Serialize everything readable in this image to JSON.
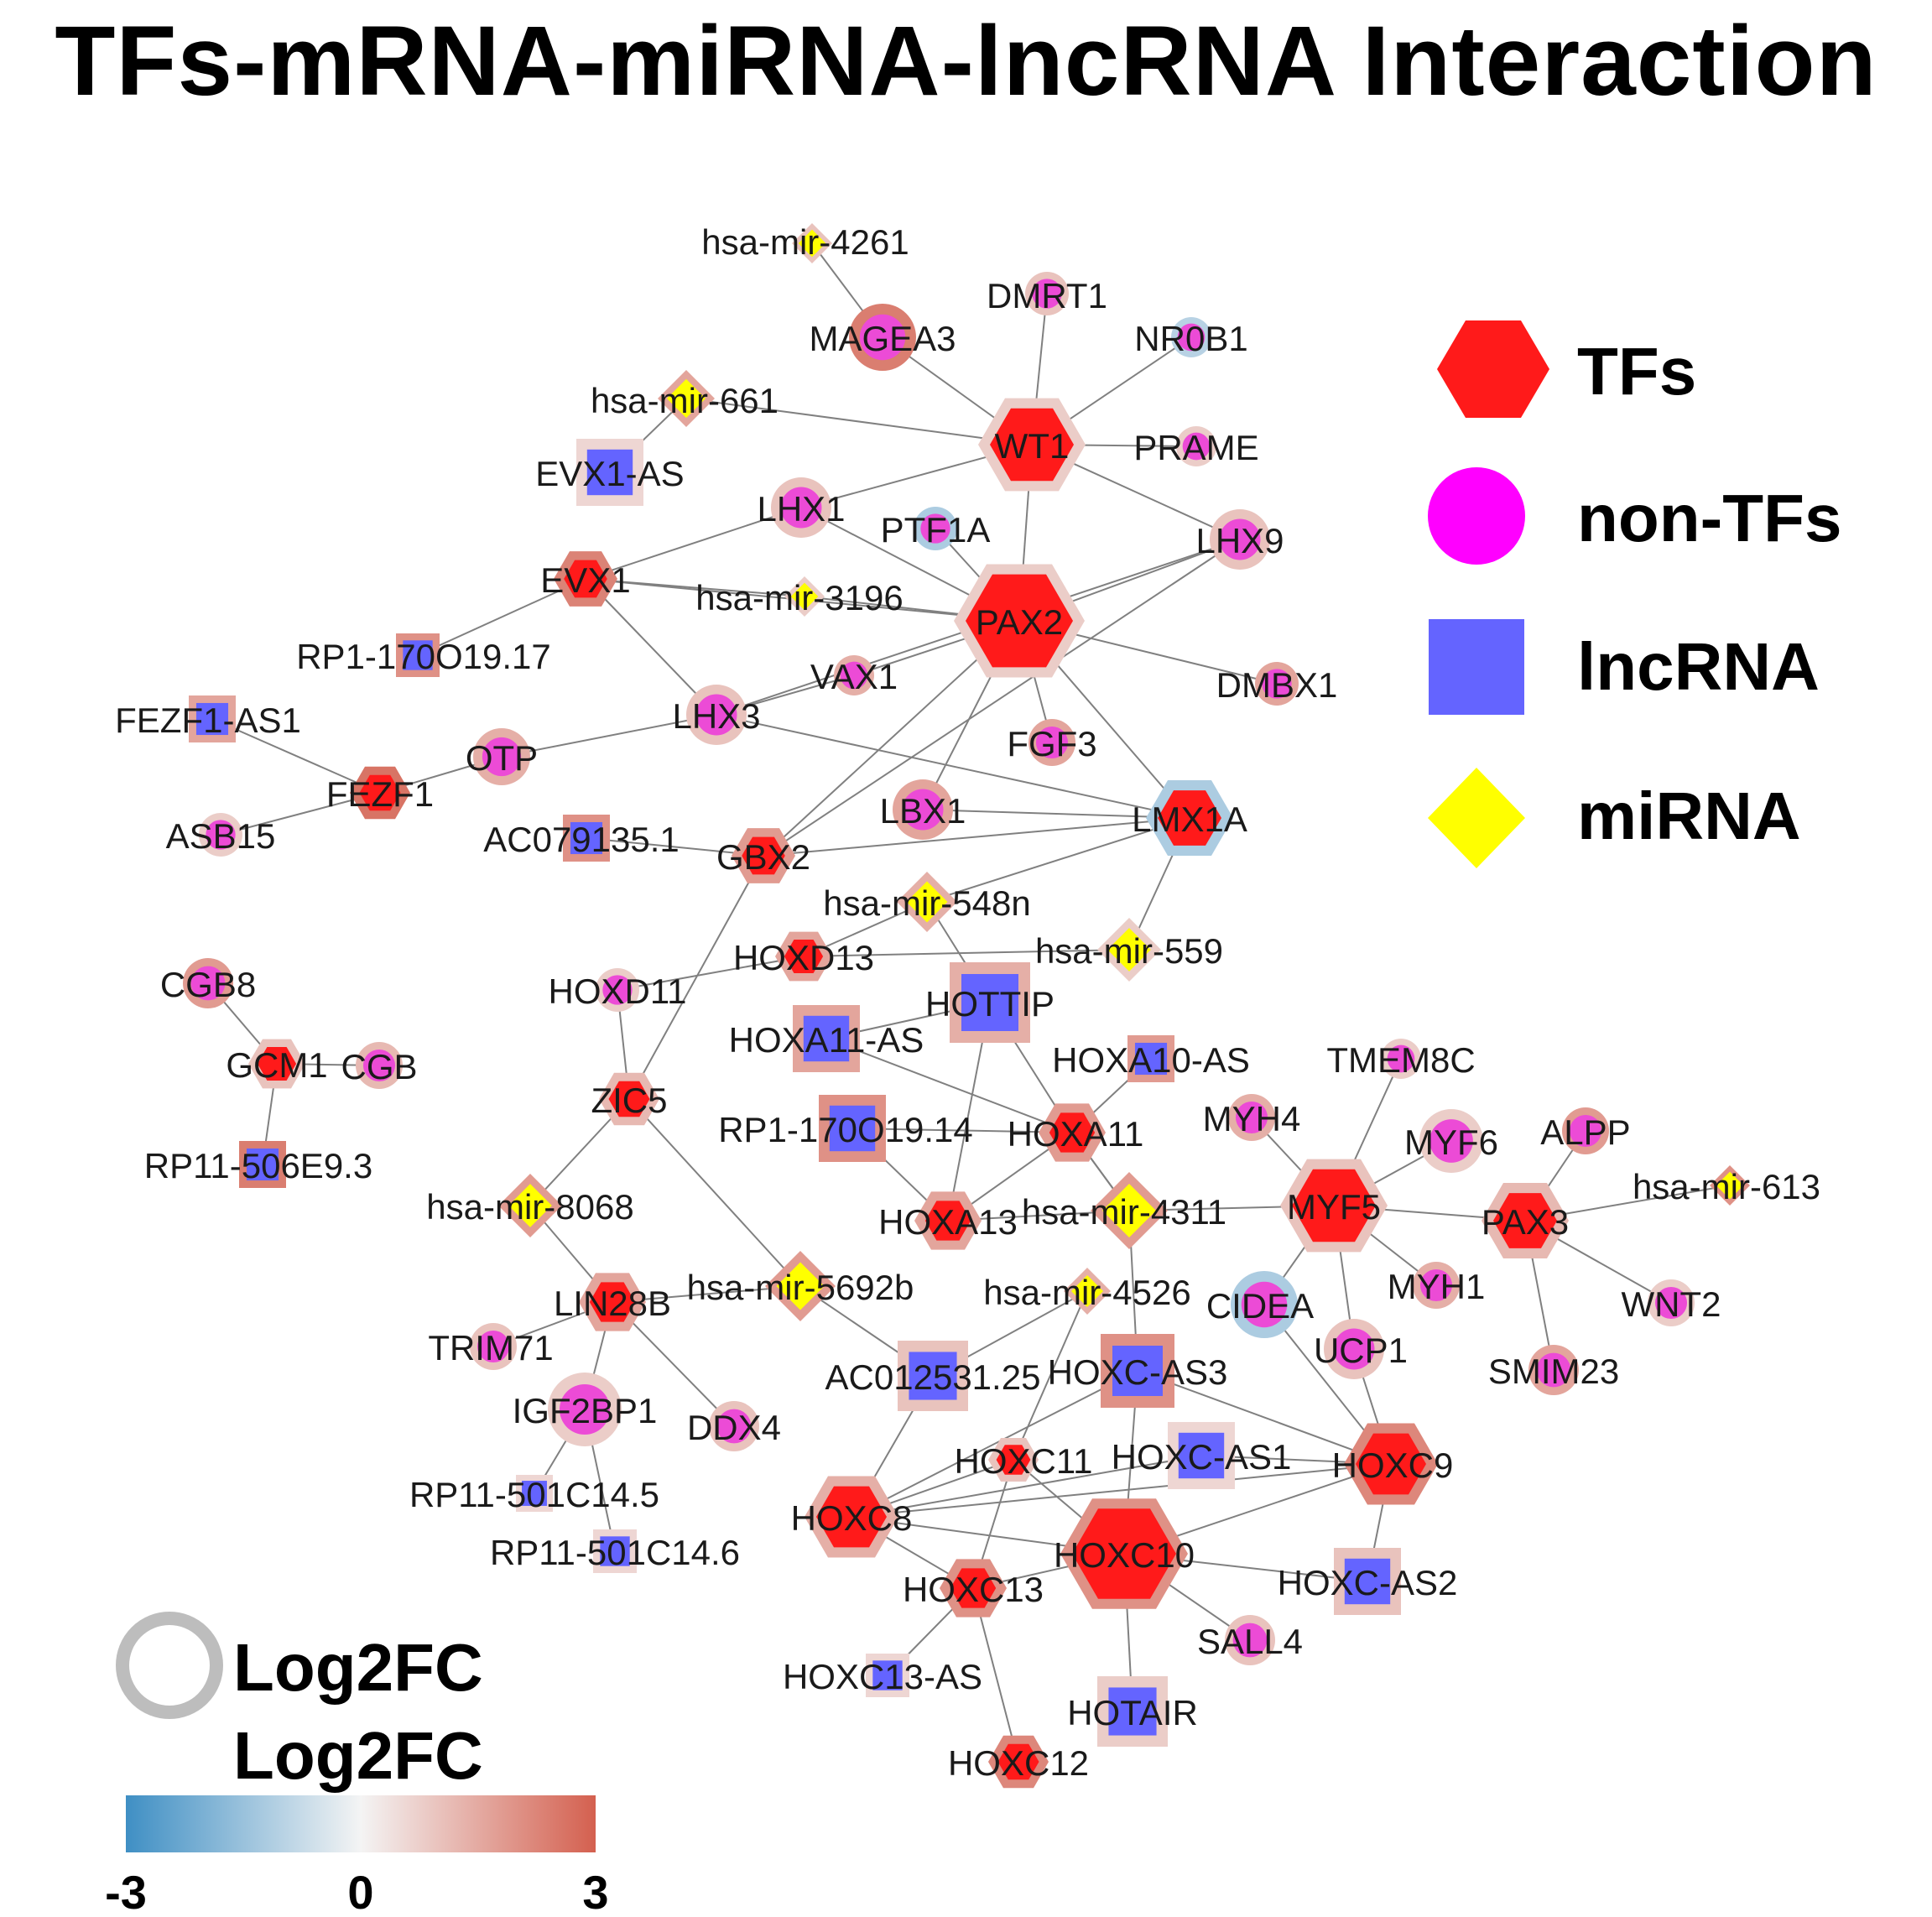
{
  "title": "TFs-mRNA-miRNA-lncRNA Interaction",
  "legend": {
    "types": [
      {
        "key": "tf",
        "label": "TFs",
        "shape": "hexagon",
        "color": "#ff1a1a"
      },
      {
        "key": "nontf",
        "label": "non-TFs",
        "shape": "circle",
        "color": "#ff00ff"
      },
      {
        "key": "lnc",
        "label": "lncRNA",
        "shape": "square",
        "color": "#6464ff"
      },
      {
        "key": "mir",
        "label": "miRNA",
        "shape": "diamond",
        "color": "#ffff00"
      }
    ],
    "border_label": "Log2FC",
    "fill_label": "Log2FC",
    "scale": {
      "min": "-3",
      "mid": "0",
      "max": "3",
      "low_color": "#3f8fc4",
      "mid_color": "#f4f4f4",
      "high_color": "#d4604f"
    }
  },
  "colors": {
    "tf": "#ff1a1a",
    "nontf": "#ec4bd6",
    "lnc": "#6464ff",
    "mir": "#ffff00",
    "edge": "#808080"
  },
  "nodes": [
    {
      "id": "WT1",
      "type": "tf",
      "fc": 0.8
    },
    {
      "id": "PAX2",
      "type": "tf",
      "fc": 0.8
    },
    {
      "id": "LMX1A",
      "type": "tf",
      "fc": -1.2
    },
    {
      "id": "EVX1",
      "type": "tf",
      "fc": 2.3
    },
    {
      "id": "FEZF1",
      "type": "tf",
      "fc": 2.6
    },
    {
      "id": "GBX2",
      "type": "tf",
      "fc": 1.8
    },
    {
      "id": "HOXD13",
      "type": "tf",
      "fc": 1.6
    },
    {
      "id": "ZIC5",
      "type": "tf",
      "fc": 1.2
    },
    {
      "id": "GCM1",
      "type": "tf",
      "fc": 1.0
    },
    {
      "id": "LIN28B",
      "type": "tf",
      "fc": 1.6
    },
    {
      "id": "HOXA11",
      "type": "tf",
      "fc": 1.8
    },
    {
      "id": "HOXA13",
      "type": "tf",
      "fc": 1.6
    },
    {
      "id": "MYF5",
      "type": "tf",
      "fc": 1.0
    },
    {
      "id": "PAX3",
      "type": "tf",
      "fc": 1.2
    },
    {
      "id": "HOXC9",
      "type": "tf",
      "fc": 2.2
    },
    {
      "id": "HOXC8",
      "type": "tf",
      "fc": 1.4
    },
    {
      "id": "HOXC10",
      "type": "tf",
      "fc": 2.0
    },
    {
      "id": "HOXC11",
      "type": "tf",
      "fc": 1.0
    },
    {
      "id": "HOXC13",
      "type": "tf",
      "fc": 2.0
    },
    {
      "id": "HOXC12",
      "type": "tf",
      "fc": 2.2
    },
    {
      "id": "MAGEA3",
      "type": "nontf",
      "fc": 2.4
    },
    {
      "id": "DMRT1",
      "type": "nontf",
      "fc": 1.0
    },
    {
      "id": "NR0B1",
      "type": "nontf",
      "fc": -1.0
    },
    {
      "id": "PRAME",
      "type": "nontf",
      "fc": 0.8
    },
    {
      "id": "LHX1",
      "type": "nontf",
      "fc": 1.0
    },
    {
      "id": "PTF1A",
      "type": "nontf",
      "fc": -1.2
    },
    {
      "id": "LHX9",
      "type": "nontf",
      "fc": 1.0
    },
    {
      "id": "VAX1",
      "type": "nontf",
      "fc": 1.4
    },
    {
      "id": "DMBX1",
      "type": "nontf",
      "fc": 1.6
    },
    {
      "id": "LHX3",
      "type": "nontf",
      "fc": 1.0
    },
    {
      "id": "FGF3",
      "type": "nontf",
      "fc": 1.6
    },
    {
      "id": "OTP",
      "type": "nontf",
      "fc": 1.4
    },
    {
      "id": "LBX1",
      "type": "nontf",
      "fc": 1.6
    },
    {
      "id": "ASB15",
      "type": "nontf",
      "fc": 0.8
    },
    {
      "id": "HOXD11",
      "type": "nontf",
      "fc": 0.8
    },
    {
      "id": "CGB8",
      "type": "nontf",
      "fc": 1.8
    },
    {
      "id": "CGB",
      "type": "nontf",
      "fc": 1.2
    },
    {
      "id": "TMEM8C",
      "type": "nontf",
      "fc": 0.8
    },
    {
      "id": "MYH4",
      "type": "nontf",
      "fc": 1.4
    },
    {
      "id": "MYF6",
      "type": "nontf",
      "fc": 0.8
    },
    {
      "id": "ALPP",
      "type": "nontf",
      "fc": 1.8
    },
    {
      "id": "MYH1",
      "type": "nontf",
      "fc": 1.4
    },
    {
      "id": "WNT2",
      "type": "nontf",
      "fc": 0.8
    },
    {
      "id": "CIDEA",
      "type": "nontf",
      "fc": -1.2
    },
    {
      "id": "UCP1",
      "type": "nontf",
      "fc": 1.0
    },
    {
      "id": "SMIM23",
      "type": "nontf",
      "fc": 1.6
    },
    {
      "id": "TRIM71",
      "type": "nontf",
      "fc": 1.0
    },
    {
      "id": "IGF2BP1",
      "type": "nontf",
      "fc": 0.8
    },
    {
      "id": "DDX4",
      "type": "nontf",
      "fc": 1.0
    },
    {
      "id": "SALL4",
      "type": "nontf",
      "fc": 1.0
    },
    {
      "id": "EVX1-AS",
      "type": "lnc",
      "fc": 0.6
    },
    {
      "id": "RP1-170O19.17",
      "type": "lnc",
      "fc": 2.0
    },
    {
      "id": "FEZF1-AS1",
      "type": "lnc",
      "fc": 1.6
    },
    {
      "id": "AC079135.1",
      "type": "lnc",
      "fc": 2.0
    },
    {
      "id": "HOTTIP",
      "type": "lnc",
      "fc": 1.4
    },
    {
      "id": "HOXA11-AS",
      "type": "lnc",
      "fc": 1.6
    },
    {
      "id": "HOXA10-AS",
      "type": "lnc",
      "fc": 1.8
    },
    {
      "id": "RP1-170O19.14",
      "type": "lnc",
      "fc": 2.0
    },
    {
      "id": "RP11-506E9.3",
      "type": "lnc",
      "fc": 2.4
    },
    {
      "id": "AC012531.25",
      "type": "lnc",
      "fc": 1.0
    },
    {
      "id": "HOXC-AS3",
      "type": "lnc",
      "fc": 2.0
    },
    {
      "id": "HOXC-AS1",
      "type": "lnc",
      "fc": 0.6
    },
    {
      "id": "RP11-501C14.5",
      "type": "lnc",
      "fc": 0.6
    },
    {
      "id": "RP11-501C14.6",
      "type": "lnc",
      "fc": 0.6
    },
    {
      "id": "HOXC-AS2",
      "type": "lnc",
      "fc": 1.0
    },
    {
      "id": "HOXC13-AS",
      "type": "lnc",
      "fc": 0.6
    },
    {
      "id": "HOTAIR",
      "type": "lnc",
      "fc": 0.8
    },
    {
      "id": "hsa-mir-4261",
      "type": "mir",
      "fc": 1.0
    },
    {
      "id": "hsa-mir-661",
      "type": "mir",
      "fc": 1.6
    },
    {
      "id": "hsa-mir-3196",
      "type": "mir",
      "fc": 0.8
    },
    {
      "id": "hsa-mir-548n",
      "type": "mir",
      "fc": 1.4
    },
    {
      "id": "hsa-mir-559",
      "type": "mir",
      "fc": 0.8
    },
    {
      "id": "hsa-mir-8068",
      "type": "mir",
      "fc": 1.8
    },
    {
      "id": "hsa-mir-4311",
      "type": "mir",
      "fc": 1.8
    },
    {
      "id": "hsa-mir-613",
      "type": "mir",
      "fc": 2.0
    },
    {
      "id": "hsa-mir-5692b",
      "type": "mir",
      "fc": 1.8
    },
    {
      "id": "hsa-mir-4526",
      "type": "mir",
      "fc": 1.4
    }
  ],
  "edges": [
    [
      "hsa-mir-4261",
      "MAGEA3"
    ],
    [
      "MAGEA3",
      "WT1"
    ],
    [
      "DMRT1",
      "WT1"
    ],
    [
      "NR0B1",
      "WT1"
    ],
    [
      "PRAME",
      "WT1"
    ],
    [
      "hsa-mir-661",
      "WT1"
    ],
    [
      "hsa-mir-661",
      "EVX1-AS"
    ],
    [
      "WT1",
      "LHX1"
    ],
    [
      "WT1",
      "LHX9"
    ],
    [
      "WT1",
      "PAX2"
    ],
    [
      "PTF1A",
      "PAX2"
    ],
    [
      "LHX1",
      "PAX2"
    ],
    [
      "LHX1",
      "EVX1"
    ],
    [
      "EVX1",
      "hsa-mir-3196"
    ],
    [
      "hsa-mir-3196",
      "PAX2"
    ],
    [
      "EVX1",
      "PAX2"
    ],
    [
      "EVX1",
      "RP1-170O19.17"
    ],
    [
      "EVX1",
      "LHX3"
    ],
    [
      "LHX9",
      "PAX2"
    ],
    [
      "LHX9",
      "LHX3"
    ],
    [
      "PAX2",
      "DMBX1"
    ],
    [
      "PAX2",
      "VAX1"
    ],
    [
      "PAX2",
      "FGF3"
    ],
    [
      "PAX2",
      "LMX1A"
    ],
    [
      "PAX2",
      "LBX1"
    ],
    [
      "PAX2",
      "GBX2"
    ],
    [
      "LHX3",
      "VAX1"
    ],
    [
      "LHX3",
      "OTP"
    ],
    [
      "LHX3",
      "LMX1A"
    ],
    [
      "OTP",
      "FEZF1"
    ],
    [
      "FEZF1",
      "FEZF1-AS1"
    ],
    [
      "FEZF1",
      "ASB15"
    ],
    [
      "LBX1",
      "LMX1A"
    ],
    [
      "GBX2",
      "LMX1A"
    ],
    [
      "GBX2",
      "AC079135.1"
    ],
    [
      "GBX2",
      "ZIC5"
    ],
    [
      "GBX2",
      "LHX9"
    ],
    [
      "LMX1A",
      "hsa-mir-559"
    ],
    [
      "hsa-mir-548n",
      "HOXD13"
    ],
    [
      "hsa-mir-548n",
      "HOTTIP"
    ],
    [
      "HOXD13",
      "hsa-mir-559"
    ],
    [
      "HOXD13",
      "HOXD11"
    ],
    [
      "HOTTIP",
      "HOXA13"
    ],
    [
      "HOTTIP",
      "HOXA11"
    ],
    [
      "HOXA11-AS",
      "HOXA11"
    ],
    [
      "HOXA10-AS",
      "HOXA11"
    ],
    [
      "RP1-170O19.14",
      "HOXA13"
    ],
    [
      "HOXA11",
      "HOXA13"
    ],
    [
      "HOXA11",
      "hsa-mir-4311"
    ],
    [
      "HOXA13",
      "hsa-mir-4311"
    ],
    [
      "hsa-mir-4311",
      "MYF5"
    ],
    [
      "hsa-mir-4311",
      "HOXC-AS3"
    ],
    [
      "ZIC5",
      "hsa-mir-8068"
    ],
    [
      "ZIC5",
      "hsa-mir-5692b"
    ],
    [
      "hsa-mir-8068",
      "LIN28B"
    ],
    [
      "LIN28B",
      "hsa-mir-5692b"
    ],
    [
      "LIN28B",
      "TRIM71"
    ],
    [
      "LIN28B",
      "IGF2BP1"
    ],
    [
      "LIN28B",
      "DDX4"
    ],
    [
      "IGF2BP1",
      "RP11-501C14.5"
    ],
    [
      "IGF2BP1",
      "RP11-501C14.6"
    ],
    [
      "hsa-mir-5692b",
      "AC012531.25"
    ],
    [
      "CGB8",
      "GCM1"
    ],
    [
      "GCM1",
      "CGB"
    ],
    [
      "GCM1",
      "RP11-506E9.3"
    ],
    [
      "MYF5",
      "TMEM8C"
    ],
    [
      "MYF5",
      "MYH4"
    ],
    [
      "MYF5",
      "MYF6"
    ],
    [
      "MYF5",
      "PAX3"
    ],
    [
      "MYF5",
      "MYH1"
    ],
    [
      "MYF5",
      "UCP1"
    ],
    [
      "MYF5",
      "CIDEA"
    ],
    [
      "PAX3",
      "ALPP"
    ],
    [
      "PAX3",
      "hsa-mir-613"
    ],
    [
      "PAX3",
      "WNT2"
    ],
    [
      "PAX3",
      "SMIM23"
    ],
    [
      "CIDEA",
      "HOXC9"
    ],
    [
      "UCP1",
      "HOXC9"
    ],
    [
      "hsa-mir-4526",
      "AC012531.25"
    ],
    [
      "hsa-mir-4526",
      "HOXC11"
    ],
    [
      "AC012531.25",
      "HOXC8"
    ],
    [
      "HOXC-AS3",
      "HOXC8"
    ],
    [
      "HOXC-AS3",
      "HOXC10"
    ],
    [
      "HOXC-AS3",
      "HOXC9"
    ],
    [
      "HOXC-AS1",
      "HOXC9"
    ],
    [
      "HOXC8",
      "HOXC9"
    ],
    [
      "HOXC8",
      "HOXC10"
    ],
    [
      "HOXC8",
      "HOXC-AS1"
    ],
    [
      "HOXC8",
      "HOXC11"
    ],
    [
      "HOXC8",
      "HOXC13"
    ],
    [
      "HOXC11",
      "HOXC10"
    ],
    [
      "HOXC11",
      "HOXC13"
    ],
    [
      "HOXC10",
      "HOXC9"
    ],
    [
      "HOXC10",
      "HOXC-AS2"
    ],
    [
      "HOXC10",
      "SALL4"
    ],
    [
      "HOXC10",
      "HOTAIR"
    ],
    [
      "HOXC13",
      "HOXC12"
    ],
    [
      "HOXC13",
      "HOXC13-AS"
    ],
    [
      "HOXC13",
      "HOXC10"
    ],
    [
      "HOXC9",
      "HOXC-AS2"
    ],
    [
      "HOXA11",
      "hsa-mir-4311"
    ],
    [
      "RP1-170O19.14",
      "HOXA11"
    ],
    [
      "ZIC5",
      "HOXD11"
    ],
    [
      "hsa-mir-548n",
      "LMX1A"
    ],
    [
      "HOTTIP",
      "HOXA11-AS"
    ]
  ]
}
